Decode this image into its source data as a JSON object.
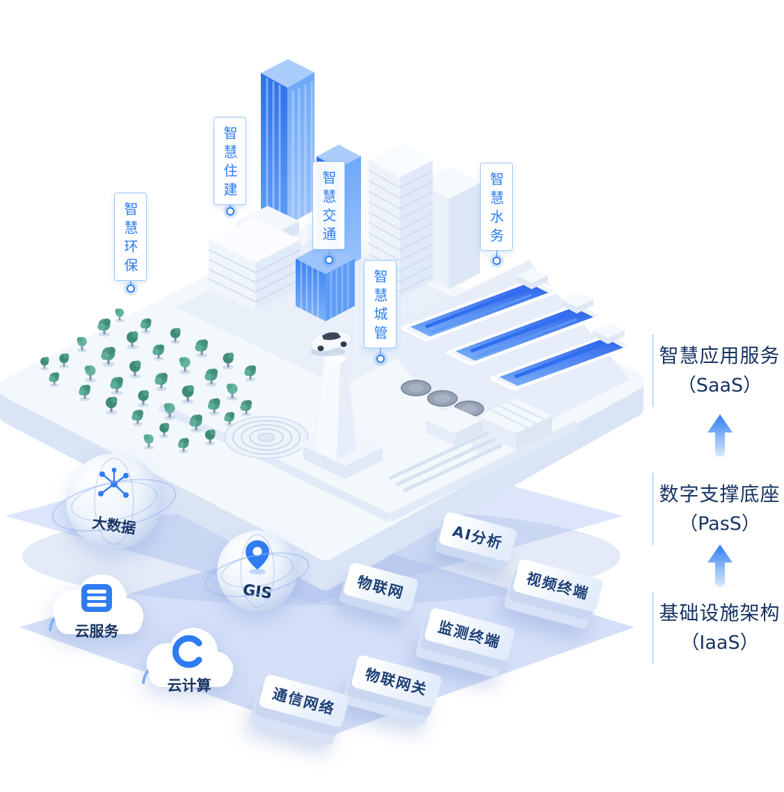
{
  "callouts": [
    {
      "label": "智慧环保"
    },
    {
      "label": "智慧住建"
    },
    {
      "label": "智慧交通"
    },
    {
      "label": "智慧城管"
    },
    {
      "label": "智慧水务"
    }
  ],
  "floating_labels": {
    "ai_analysis": "AI分析",
    "iot": "物联网",
    "video_terminal": "视频终端",
    "monitoring_terminal": "监测终端",
    "iot_gateway": "物联网关",
    "communication_network": "通信网络"
  },
  "orbs": {
    "big_data": "大数据",
    "gis": "GIS",
    "cloud_service": "云服务",
    "cloud_computing": "云计算"
  },
  "architecture": [
    {
      "title": "智慧应用服务",
      "subtitle": "（SaaS）"
    },
    {
      "title": "数字支撑底座",
      "subtitle": "（PasS）"
    },
    {
      "title": "基础设施架构",
      "subtitle": "（IaaS）"
    }
  ],
  "icons": {
    "big_data": "network-nodes-icon",
    "gis": "location-pin-icon",
    "cloud_service": "server-stack-icon",
    "cloud_computing": "c-arc-icon",
    "flow": "up-arrow-icon"
  },
  "colors": {
    "accent_blue": "#2F7CF2",
    "callout_blue": "#2B7BF3",
    "dark_navy": "#16325F",
    "layer_lavender": "#C3D3F7",
    "tree_green": "#4F9D89"
  }
}
